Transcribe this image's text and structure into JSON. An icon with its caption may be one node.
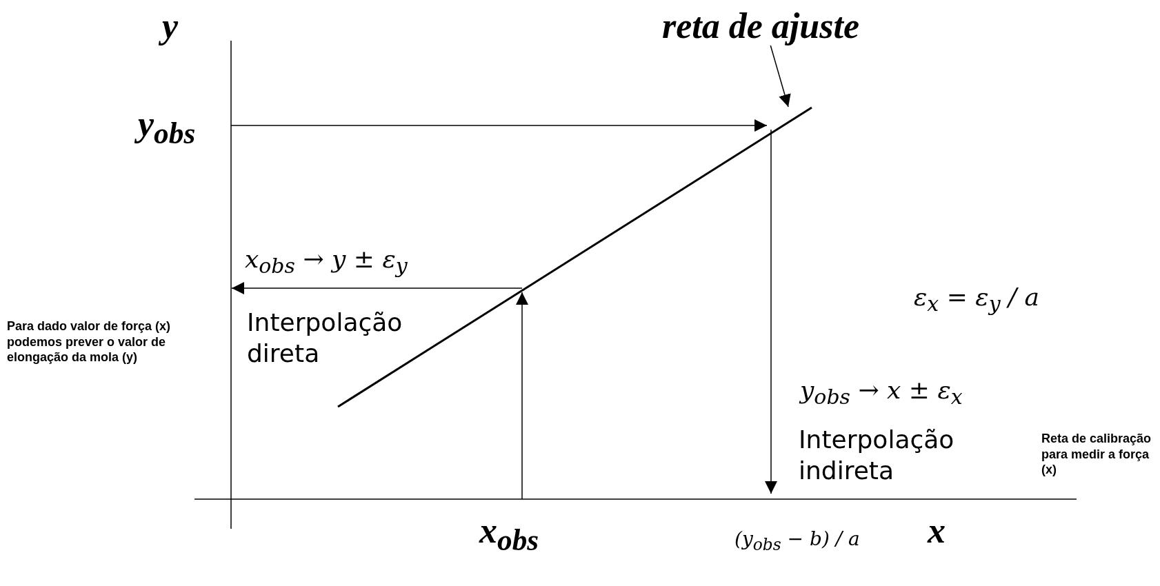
{
  "diagram": {
    "nodes": [
      {
        "text": [
          "reta de ajuste"
        ]
      },
      {
        "text": [],
        "shape": "line"
      }
    ],
    "edges": [
      {
        "from": 0,
        "to": 1,
        "arrow": "to"
      }
    ],
    "labels": [
      "y",
      "y$_{obs}$",
      "x$_{obs}$ → y ± ε$_{y}$",
      "ε$_{x}$ = ε$_{y}$ / a",
      "Para dado valor de força (x) podemos prever o valor de elongação da mola (y)",
      "Interpolação direta",
      "y$_{obs}$ → x ± ε$_{x}$",
      "Interpolação indireta",
      "Reta de calibração para medir a força (x)",
      "x$_{obs}$",
      "(y$_{obs}$ − b) / a",
      "x"
    ]
  }
}
